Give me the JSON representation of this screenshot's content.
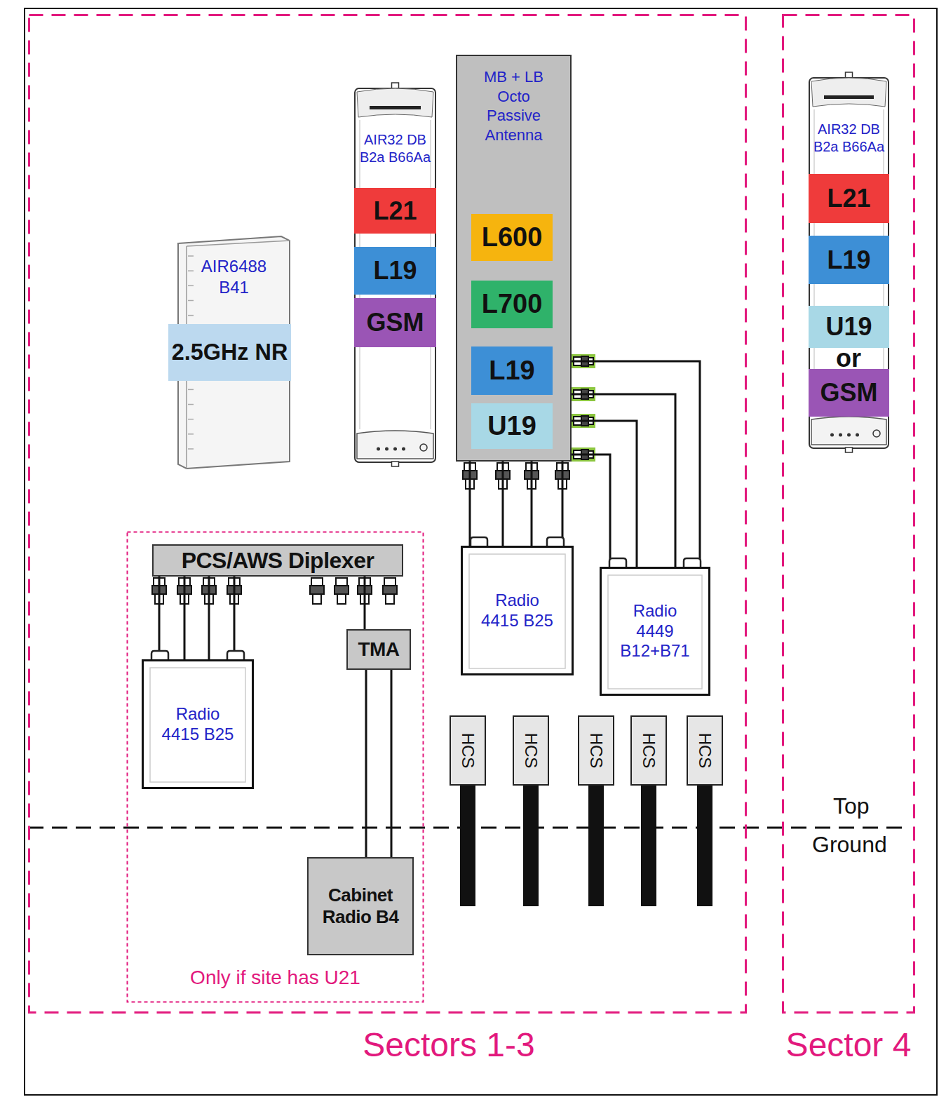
{
  "diagram": {
    "nodes": [
      {
        "text": [
          "Sectors 1-3"
        ]
      },
      {
        "text": [
          "AIR6488 B41"
        ],
        "in": 0
      },
      {
        "text": [
          "2.5GHz NR"
        ],
        "in": 1
      },
      {
        "text": [
          "AIR32 DB B2a B66Aa"
        ],
        "in": 0
      },
      {
        "text": [
          "L21"
        ],
        "in": 3
      },
      {
        "text": [
          "L19"
        ],
        "in": 3
      },
      {
        "text": [
          "GSM"
        ],
        "in": 3
      },
      {
        "text": [
          "MB + LB Octo Passive Antenna"
        ],
        "in": 0
      },
      {
        "text": [
          "L600"
        ],
        "in": 7
      },
      {
        "text": [
          "L700"
        ],
        "in": 7
      },
      {
        "text": [
          "L19"
        ],
        "in": 7
      },
      {
        "text": [
          "U19"
        ],
        "in": 7
      },
      {
        "text": [
          "Only if site has U21"
        ],
        "in": 0
      },
      {
        "text": [
          "PCS/AWS Diplexer"
        ],
        "in": 12
      },
      {
        "text": [
          "Radio 4415 B25"
        ],
        "in": 12
      },
      {
        "text": [
          "TMA"
        ],
        "in": 12
      },
      {
        "text": [
          "Cabinet Radio B4"
        ],
        "in": 12
      },
      {
        "text": [
          "Radio 4415 B25"
        ],
        "in": 0
      },
      {
        "text": [
          "Radio 4449 B12+B71"
        ],
        "in": 0
      },
      {
        "text": [
          "HCS"
        ],
        "in": 0
      },
      {
        "text": [
          "HCS"
        ],
        "in": 0
      },
      {
        "text": [
          "HCS"
        ],
        "in": 0
      },
      {
        "text": [
          "HCS"
        ],
        "in": 0
      },
      {
        "text": [
          "HCS"
        ],
        "in": 0
      },
      {
        "text": [
          "Sector 4"
        ]
      },
      {
        "text": [
          "AIR32 DB B2a B66Aa"
        ],
        "in": 24
      },
      {
        "text": [
          "L21"
        ],
        "in": 25
      },
      {
        "text": [
          "L19"
        ],
        "in": 25
      },
      {
        "text": [
          "U19"
        ],
        "in": 25
      },
      {
        "text": [
          "GSM"
        ],
        "in": 25
      }
    ],
    "edges": [
      {
        "from": 7,
        "to": 17,
        "arrow": "none"
      },
      {
        "from": 7,
        "to": 17,
        "arrow": "none"
      },
      {
        "from": 7,
        "to": 17,
        "arrow": "none"
      },
      {
        "from": 7,
        "to": 17,
        "arrow": "none"
      },
      {
        "from": 7,
        "to": 18,
        "arrow": "none"
      },
      {
        "from": 7,
        "to": 18,
        "arrow": "none"
      },
      {
        "from": 7,
        "to": 18,
        "arrow": "none"
      },
      {
        "from": 7,
        "to": 18,
        "arrow": "none"
      },
      {
        "from": 13,
        "to": 14,
        "arrow": "none"
      },
      {
        "from": 13,
        "to": 14,
        "arrow": "none"
      },
      {
        "from": 13,
        "to": 14,
        "arrow": "none"
      },
      {
        "from": 13,
        "to": 14,
        "arrow": "none"
      },
      {
        "from": 13,
        "to": 15,
        "arrow": "none"
      },
      {
        "from": 15,
        "to": 16,
        "arrow": "none"
      },
      {
        "from": 15,
        "to": 16,
        "arrow": "none"
      }
    ],
    "labels": [
      "Top",
      "Ground",
      "or"
    ]
  }
}
